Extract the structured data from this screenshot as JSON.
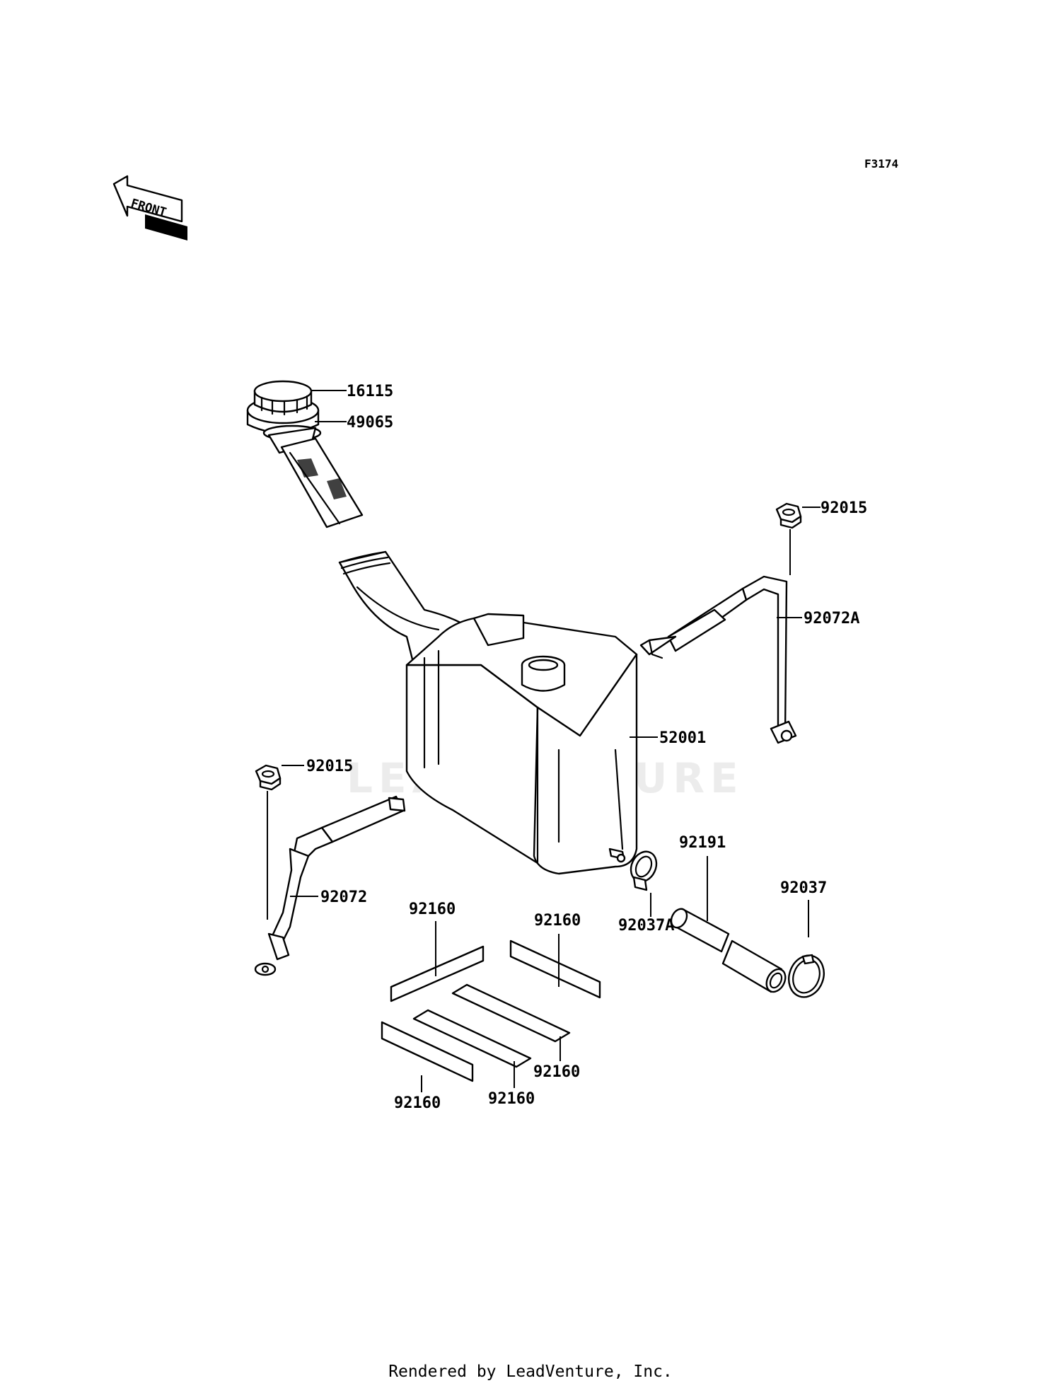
{
  "diagram_code": "F3174",
  "front_indicator": "FRONT",
  "watermark": "LEADVENTURE",
  "footer": "Rendered by LeadVenture, Inc.",
  "callouts": {
    "cap": "16115",
    "filter": "49065",
    "nut_right": "92015",
    "band_right": "92072A",
    "tank": "52001",
    "nut_left": "92015",
    "band_left": "92072",
    "hose": "92191",
    "clamp_left": "92037A",
    "clamp_right": "92037",
    "pad_1": "92160",
    "pad_2": "92160",
    "pad_3": "92160",
    "pad_4": "92160",
    "pad_5": "92160"
  }
}
